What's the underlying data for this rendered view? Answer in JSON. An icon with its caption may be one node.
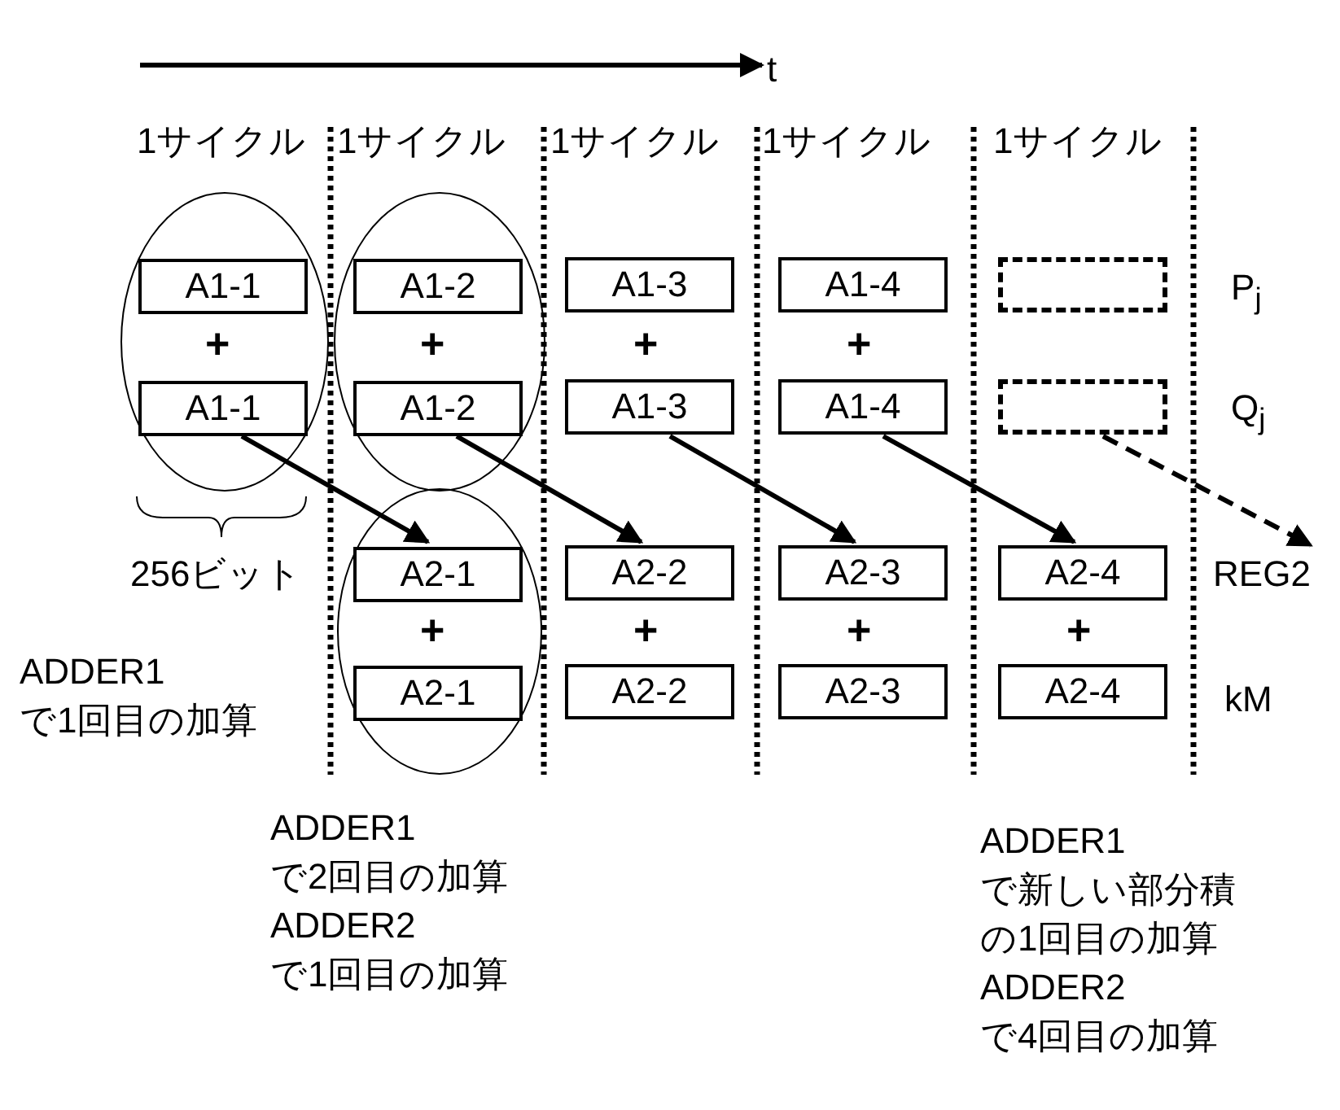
{
  "diagram": {
    "nodes": [
      {
        "text": [],
        "shape": "ellipse"
      },
      {
        "text": [],
        "shape": "ellipse"
      },
      {
        "text": [
          "A1-1"
        ],
        "in": 0
      },
      {
        "text": [
          "A1-2"
        ],
        "in": 1
      },
      {
        "text": [
          "A1-3"
        ]
      },
      {
        "text": [
          "A1-4"
        ]
      },
      {
        "text": [],
        "shape": "box"
      },
      {
        "text": [
          "A1-1"
        ],
        "in": 0
      },
      {
        "text": [
          "A1-2"
        ],
        "in": 1
      },
      {
        "text": [
          "A1-3"
        ]
      },
      {
        "text": [
          "A1-4"
        ]
      },
      {
        "text": [],
        "shape": "box"
      },
      {
        "text": [],
        "shape": "ellipse"
      },
      {
        "text": [
          "A2-1"
        ],
        "in": 12
      },
      {
        "text": [
          "A2-2"
        ]
      },
      {
        "text": [
          "A2-3"
        ]
      },
      {
        "text": [
          "A2-4"
        ]
      },
      {
        "text": [
          "REG2"
        ]
      },
      {
        "text": [
          "A2-1"
        ],
        "in": 12
      },
      {
        "text": [
          "A2-2"
        ]
      },
      {
        "text": [
          "A2-3"
        ]
      },
      {
        "text": [
          "A2-4"
        ]
      }
    ],
    "edges": [
      {
        "from": 7,
        "to": 13,
        "arrow": "to"
      },
      {
        "from": 8,
        "to": 14,
        "arrow": "to"
      },
      {
        "from": 9,
        "to": 15,
        "arrow": "to"
      },
      {
        "from": 10,
        "to": 16,
        "arrow": "to"
      },
      {
        "from": 11,
        "to": 17,
        "arrow": "to",
        "style": "dashed"
      }
    ],
    "labels": [
      "t",
      "1サイクル",
      "1サイクル",
      "1サイクル",
      "1サイクル",
      "1サイクル",
      "P$_{j}$",
      "+",
      "+",
      "+",
      "+",
      "Q$_{j}$",
      "256ビット",
      "+",
      "+",
      "+",
      "+",
      "ADDER1 で1回目の加算",
      "kM",
      "ADDER1 で2回目の加算",
      "ADDER2 で1回目の加算",
      "ADDER1 で新しい部分積の1回目の加算",
      "ADDER2 で4回目の加算"
    ]
  }
}
